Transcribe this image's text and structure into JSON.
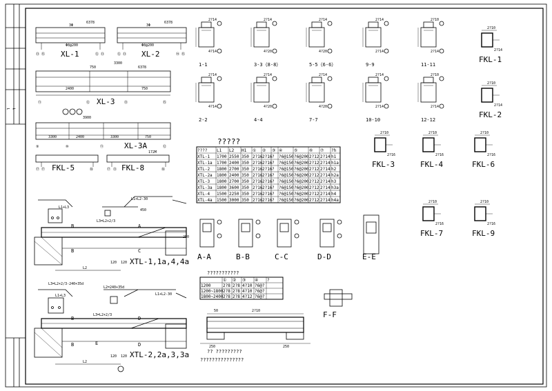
{
  "sheet": {
    "title_block_mark": "⌐ ⌐"
  },
  "beams": {
    "xl1": {
      "label": "XL-1",
      "dims": [
        "6378",
        "3Φ",
        "Φ8@200"
      ],
      "grid": [
        "⑬",
        "⑮",
        "⑫",
        "⑬"
      ]
    },
    "xl2": {
      "label": "XL-2",
      "dims": [
        "6378",
        "3Φ",
        "Φ8@200"
      ],
      "grid": [
        "⑫",
        "⑬",
        "⑭",
        "⑮"
      ]
    },
    "xl3": {
      "label": "XL-3",
      "dims": [
        "750",
        "3300",
        "6378",
        "2400",
        "750"
      ],
      "grid": [
        "⑪",
        "⑫",
        "⑬",
        "⑮"
      ]
    },
    "xl3a": {
      "label": "XL-3A",
      "dims": [
        "3900",
        "3300",
        "2400",
        "3300",
        "750"
      ],
      "grid": [
        "⑨",
        "⑩",
        "⑪",
        "⑫"
      ]
    },
    "fkl5": {
      "label": "FKL-5",
      "grid": [
        "⑰",
        "⑰",
        "⑱"
      ]
    },
    "fkl8": {
      "label": "FKL-8",
      "grid": [
        "⑰",
        "⑬",
        "⑱"
      ],
      "dim": "172M"
    }
  },
  "sections_top": [
    {
      "label": "1-1",
      "dims": [
        "2?14",
        "4?14"
      ]
    },
    {
      "label": "3-3（8-8）",
      "dims": [
        "2?14",
        "4?20"
      ]
    },
    {
      "label": "5-5（6-6）",
      "dims": [
        "2?14",
        "4?20"
      ]
    },
    {
      "label": "9-9",
      "dims": [
        "2?14",
        "2?14"
      ]
    },
    {
      "label": "11-11",
      "dims": [
        "2?10",
        "2?14"
      ]
    },
    {
      "label": "2-2",
      "dims": [
        "2?14",
        "4?14"
      ]
    },
    {
      "label": "4-4",
      "dims": [
        "2?14",
        "4?20"
      ]
    },
    {
      "label": "7-7",
      "dims": [
        "2?14",
        "4?20"
      ]
    },
    {
      "label": "10-10",
      "dims": [
        "2?14",
        "2?14"
      ]
    },
    {
      "label": "12-12",
      "dims": [
        "2?10",
        "2?14"
      ]
    }
  ],
  "fkl_sections": [
    {
      "label": "FKL-1",
      "dims": [
        "2?10",
        "2?14"
      ]
    },
    {
      "label": "FKL-2",
      "dims": [
        "2?10",
        "2?14"
      ]
    },
    {
      "label": "FKL-3",
      "dims": [
        "2?10",
        "2?16"
      ]
    },
    {
      "label": "FKL-4",
      "dims": [
        "2?10",
        "2?16"
      ]
    },
    {
      "label": "FKL-6",
      "dims": [
        "2?10",
        "2?16"
      ]
    },
    {
      "label": "FKL-7",
      "dims": [
        "2?10",
        "2?16"
      ]
    },
    {
      "label": "FKL-9",
      "dims": [
        "2?10",
        "2?16"
      ]
    }
  ],
  "lintel_table": {
    "caption": "?????",
    "headers": [
      "????",
      "L1",
      "L2",
      "H1",
      "①",
      "②",
      "③",
      "④",
      "⑤",
      "⑥",
      "⑦",
      "?h"
    ],
    "rows": [
      [
        "XTL-1",
        "1700",
        "2550",
        "350",
        "2?16",
        "2?16",
        "?",
        "?6@150",
        "?6@200",
        "2?12",
        "2?14",
        "h1"
      ],
      [
        "XTL-1a",
        "1700",
        "2400",
        "350",
        "2?16",
        "2?16",
        "?",
        "?6@150",
        "?6@200",
        "2?12",
        "2?14",
        "h1a"
      ],
      [
        "XTL-2",
        "1800",
        "2700",
        "350",
        "2?16",
        "2?16",
        "?",
        "?6@150",
        "?6@200",
        "2?12",
        "2?14",
        "h2"
      ],
      [
        "XTL-2a",
        "1800",
        "2400",
        "350",
        "2?16",
        "2?16",
        "?",
        "?6@150",
        "?6@200",
        "2?12",
        "2?14",
        "h2a"
      ],
      [
        "XTL-3",
        "1800",
        "2700",
        "350",
        "2?16",
        "2?16",
        "?",
        "?6@150",
        "?6@200",
        "2?12",
        "2?14",
        "h3"
      ],
      [
        "XTL-3a",
        "1800",
        "3600",
        "350",
        "2?16",
        "2?16",
        "?",
        "?6@150",
        "?6@200",
        "2?12",
        "2?14",
        "h3a"
      ],
      [
        "XTL-4",
        "1500",
        "2250",
        "350",
        "2?16",
        "2?16",
        "?",
        "?6@150",
        "?6@200",
        "2?12",
        "2?14",
        "h4"
      ],
      [
        "XTL-4a",
        "1500",
        "3000",
        "350",
        "2?16",
        "2?16",
        "?",
        "?6@150",
        "?6@200",
        "2?12",
        "2?14",
        "h4a"
      ]
    ]
  },
  "small_table": {
    "caption": "???????????",
    "headers": [
      "",
      "①",
      "②",
      "③",
      "④",
      "?"
    ],
    "rows": [
      [
        "1200",
        "2?8",
        "2?8",
        "4?10",
        "?6@?",
        ""
      ],
      [
        "1200~1800",
        "2?8",
        "2?8",
        "4?10",
        "?6@?",
        ""
      ],
      [
        "1800~2400",
        "2?8",
        "2?8",
        "4?12",
        "?6@?",
        ""
      ]
    ]
  },
  "sections_mid": [
    {
      "label": "A-A"
    },
    {
      "label": "B-B"
    },
    {
      "label": "C-C"
    },
    {
      "label": "D-D"
    },
    {
      "label": "E-E"
    },
    {
      "label": "F-F"
    }
  ],
  "stairs": {
    "upper_label": "XTL-1,1a,4,4a",
    "upper_dims": [
      "L1+L3",
      "L1+L2-30",
      "L3=L2+2/3",
      "450",
      "250",
      "120",
      "120",
      "L2"
    ],
    "lower_label": "XTL-2,2a,3,3a",
    "lower_dims": [
      "L3=L2+2/3-240+35d",
      "L2=240+35d",
      "L1+L3",
      "L1+L2-30",
      "L3=L2+2/3",
      "120",
      "120",
      "L2"
    ],
    "lower_caption": "?? ?????????",
    "section_letters": [
      "A",
      "B",
      "C",
      "D",
      "E"
    ]
  },
  "bottom_beam": {
    "dims": [
      "50",
      "2?10",
      "250",
      "250"
    ],
    "caption": "???????????????"
  }
}
